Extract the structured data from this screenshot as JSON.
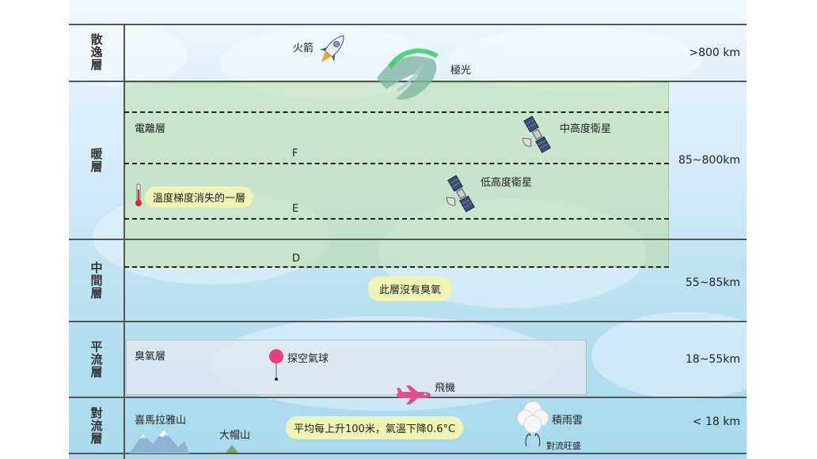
{
  "layers": [
    {
      "name": "散逸層",
      "altitude": ">800 km"
    },
    {
      "name": "暖層",
      "altitude": "85~800km"
    },
    {
      "name": "中間層",
      "altitude": "55~85km"
    },
    {
      "name": "平流層",
      "altitude": "18~55km"
    },
    {
      "name": "對流層",
      "altitude": "< 18 km"
    }
  ],
  "labels": {
    "rocket": "火箭",
    "aurora": "極光",
    "ionosphere": "電離層",
    "mid_satellite": "中高度衛星",
    "f_layer": "F",
    "low_satellite": "低高度衛星",
    "e_layer": "E",
    "d_layer": "D",
    "ozone_layer": "臭氧層",
    "balloon": "探空氣球",
    "airplane": "飛機",
    "himalaya": "喜馬拉雅山",
    "tai_mo_shan": "大帽山",
    "cumulonimbus": "積雨雲",
    "convection": "對流旺盛"
  },
  "notes": {
    "thermosphere": "溫度梯度消失的一層",
    "mesosphere": "此層沒有臭氧",
    "troposphere": "平均每上升100米，氣溫下降0.6°C"
  },
  "icons": [
    "thermometer-icon",
    "rocket-icon",
    "aurora-icon",
    "satellite-icon",
    "balloon-icon",
    "airplane-icon",
    "mountain-icon",
    "cloud-icon"
  ],
  "colors": {
    "thermo_zone": "#bdddac",
    "note_pill": "#eef4b4",
    "balloon": "#e8407a",
    "airplane": "#e0508a"
  }
}
